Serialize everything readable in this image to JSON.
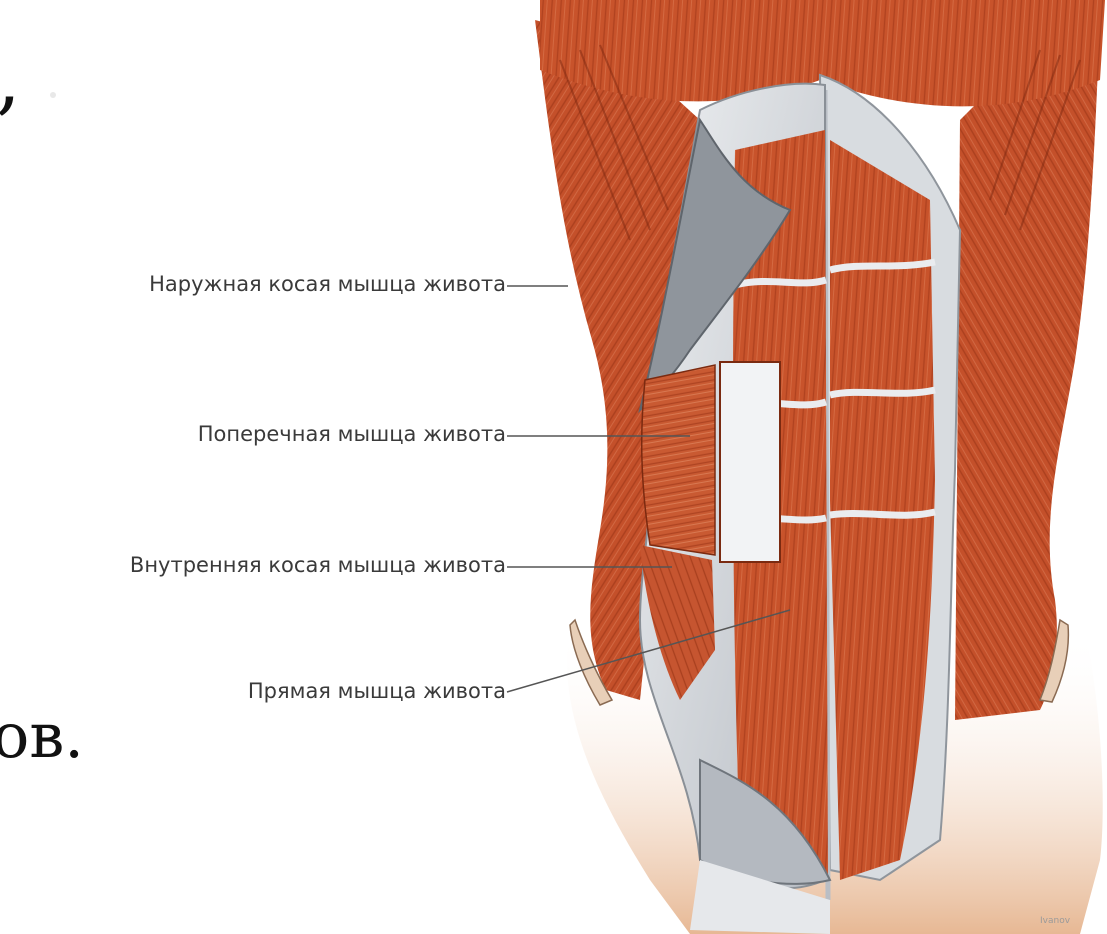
{
  "page_fragments": {
    "top_punctuation": ",",
    "bottom_suffix": "ов."
  },
  "labels": {
    "external_oblique": "Наружная косая мышца живота",
    "transverse": "Поперечная мышца живота",
    "internal_oblique": "Внутренняя косая мышца живота",
    "rectus": "Прямая мышца живота"
  },
  "colors": {
    "muscle": "#c8532b",
    "muscle_dark": "#9c3516",
    "muscle_light": "#dd7850",
    "fascia": "#d6d9de",
    "fascia_dark": "#9aa0a8",
    "skin": "#edc6a6",
    "leader_line": "#555555"
  },
  "signature": "Ivanov"
}
